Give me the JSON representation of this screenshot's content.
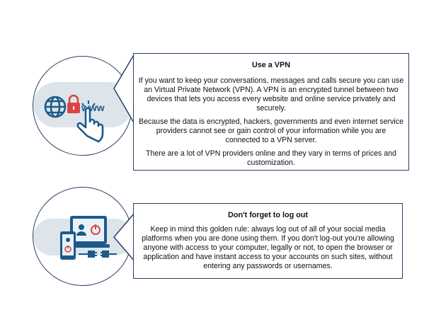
{
  "sections": [
    {
      "title": "Use a VPN",
      "paragraphs": [
        "If you want to keep your conversations, messages and calls secure you can use an Virtual Private Network (VPN). A VPN is an encrypted tunnel between two devices that lets you access every website and online service privately and securely.",
        "Because the data is encrypted, hackers, governments and even internet service providers cannot see or gain control of your information while you are connected to a VPN server.",
        "There are a lot of VPN providers online and they vary in terms of prices and customization."
      ],
      "icon": {
        "name": "www-lock-click-icon",
        "www_text": "www"
      }
    },
    {
      "title": "Don't forget to log out",
      "paragraphs": [
        "Keep in mind this golden rule: always log out of all of your social media platforms when you are done using them. If you don't log-out you're allowing anyone with access to your computer, legally or not, to open the browser or application and have instant access to your accounts on such sites, without entering any passwords or usernames."
      ],
      "icon": {
        "name": "devices-logout-icon"
      }
    }
  ],
  "colors": {
    "border": "#2b3e66",
    "accent_blue": "#1c5a8c",
    "accent_red": "#d94545",
    "light_band": "#dde5ea"
  }
}
